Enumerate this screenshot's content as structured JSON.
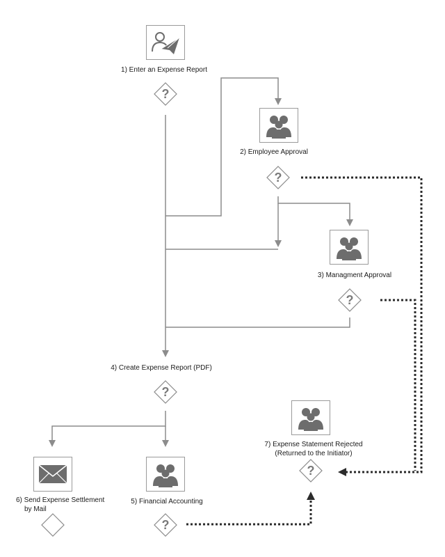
{
  "colors": {
    "icon_fill": "#6d6d6d",
    "icon_border": "#8a8a8a",
    "line": "#8c8c8c",
    "dotted": "#2b2b2b",
    "text": "#1a1a1a"
  },
  "steps": {
    "s1": {
      "label": "1)   Enter an Expense Report",
      "icon": "user-send-icon"
    },
    "s2": {
      "label": "2) Employee Approval",
      "icon": "group-icon"
    },
    "s3": {
      "label": "3)  Managment Approval",
      "icon": "group-icon"
    },
    "s4": {
      "label": "4) Create Expense Report (PDF)"
    },
    "s5": {
      "label": "5) Financial Accounting",
      "icon": "group-icon"
    },
    "s6": {
      "label_line1": "6) Send Expense Settlement",
      "label_line2": "by Mail",
      "icon": "envelope-icon"
    },
    "s7": {
      "label_line1": "7) Expense Statement Rejected",
      "label_line2": "(Returned to the Initiator)",
      "icon": "group-icon"
    }
  },
  "decision_symbol": "?"
}
